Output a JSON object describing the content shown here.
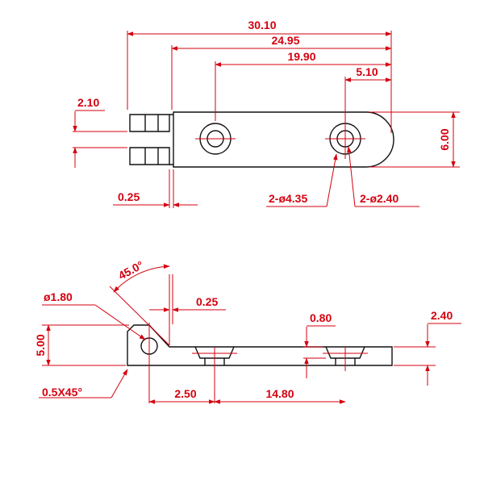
{
  "colors": {
    "dimension": "#d4000f",
    "outline": "#111111",
    "background": "#ffffff"
  },
  "top_view": {
    "overall_length": "30.10",
    "length_from_step": "24.95",
    "hole_to_end": "19.90",
    "end_radius_offset": "5.10",
    "slot_width": "2.10",
    "step_width": "0.25",
    "large_hole": "2-ø4.35",
    "small_hole": "2-ø2.40",
    "overall_width": "6.00"
  },
  "side_view": {
    "chamfer_angle": "45.0°",
    "pin_hole": "ø1.80",
    "flange_thickness": "0.25",
    "counterbore_depth": "0.80",
    "plate_thickness": "2.40",
    "height": "5.00",
    "edge_chamfer": "0.5X45°",
    "hole_offset": "2.50",
    "hole_spacing": "14.80"
  }
}
